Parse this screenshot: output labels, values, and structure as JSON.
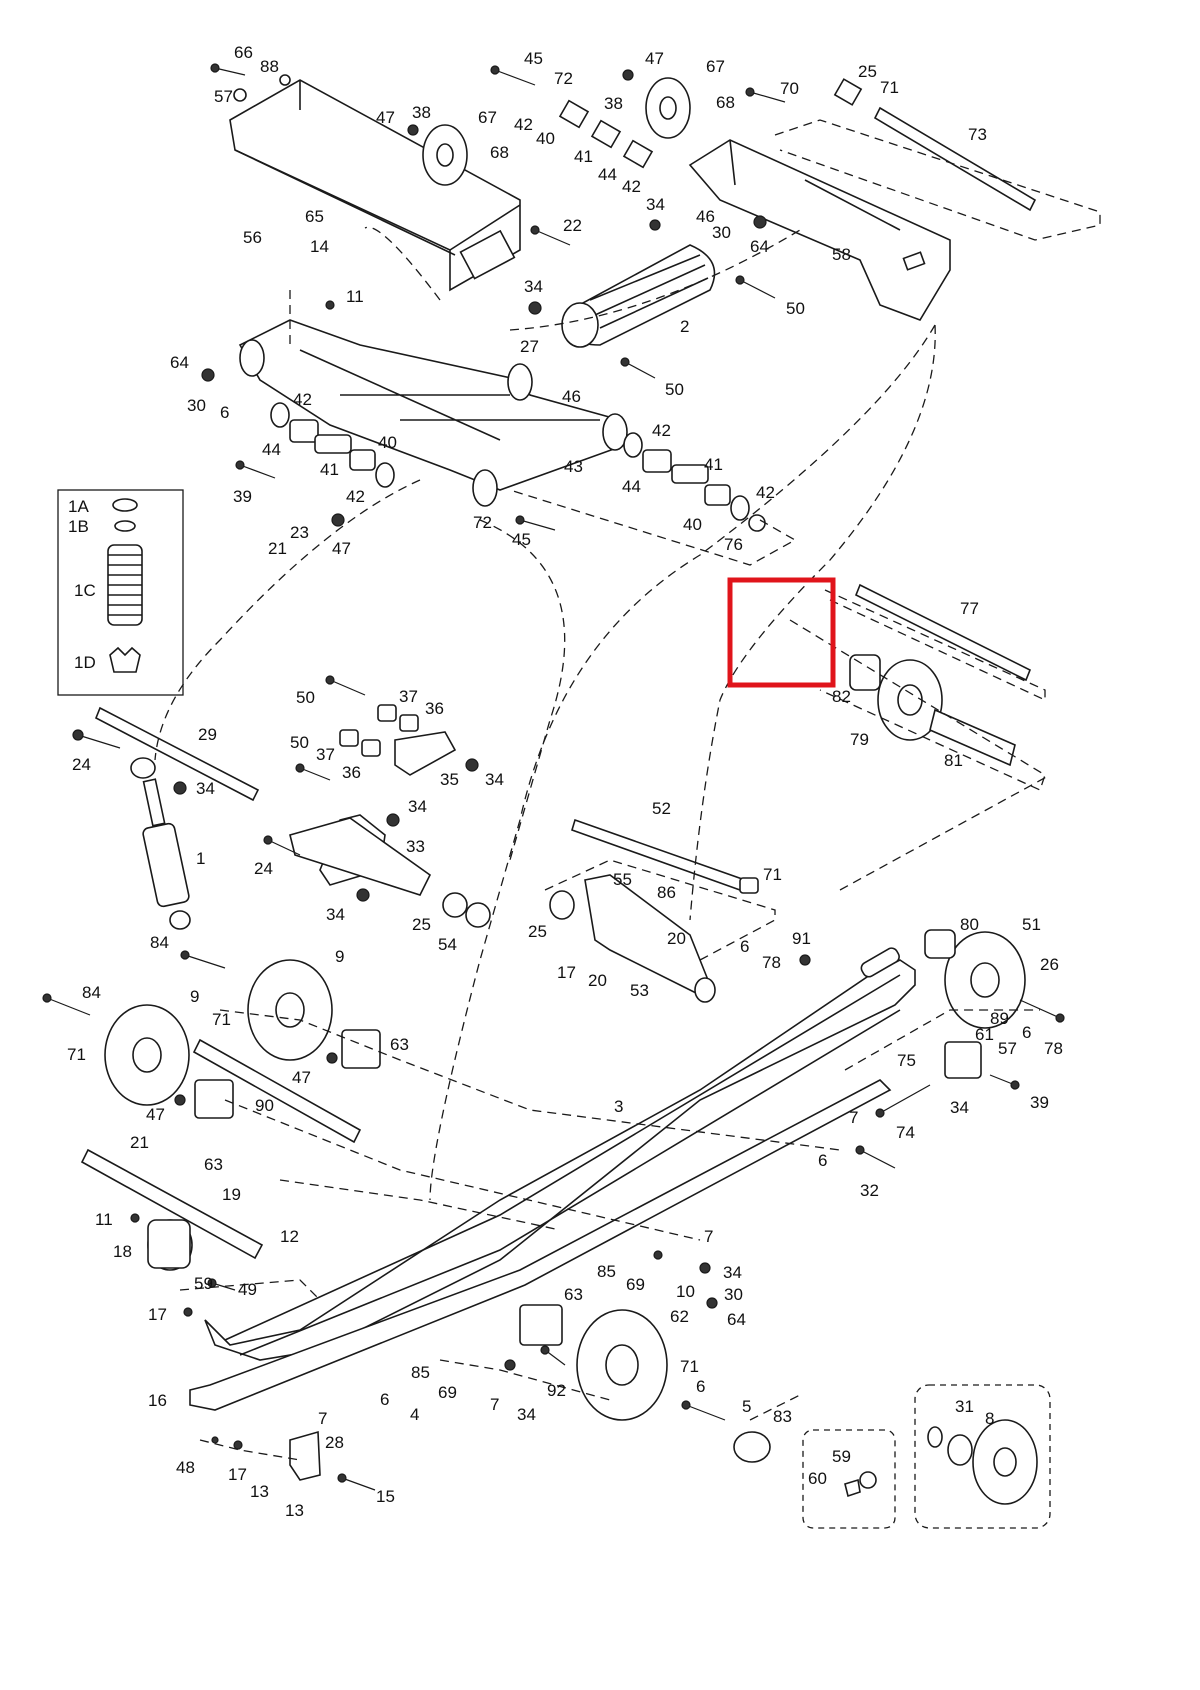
{
  "highlight_color": "#e0141b",
  "labels": {
    "l1": "1",
    "l1A": "1A",
    "l1B": "1B",
    "l1C": "1C",
    "l1D": "1D",
    "l2": "2",
    "l3": "3",
    "l4": "4",
    "l5": "5",
    "l6": "6",
    "l7": "7",
    "l8": "8",
    "l9": "9",
    "l10": "10",
    "l11": "11",
    "l12": "12",
    "l13": "13",
    "l14": "14",
    "l15": "15",
    "l16": "16",
    "l17": "17",
    "l18": "18",
    "l19": "19",
    "l20": "20",
    "l21": "21",
    "l22": "22",
    "l23": "23",
    "l24": "24",
    "l25": "25",
    "l26": "26",
    "l27": "27",
    "l28": "28",
    "l29": "29",
    "l30": "30",
    "l31": "31",
    "l32": "32",
    "l33": "33",
    "l34": "34",
    "l35": "35",
    "l36": "36",
    "l37": "37",
    "l38": "38",
    "l39": "39",
    "l40": "40",
    "l41": "41",
    "l42": "42",
    "l43": "43",
    "l44": "44",
    "l45": "45",
    "l46": "46",
    "l47": "47",
    "l48": "48",
    "l49": "49",
    "l50": "50",
    "l51": "51",
    "l52": "52",
    "l53": "53",
    "l54": "54",
    "l55": "55",
    "l56": "56",
    "l57": "57",
    "l58": "58",
    "l59": "59",
    "l60": "60",
    "l61": "61",
    "l62": "62",
    "l63": "63",
    "l64": "64",
    "l65": "65",
    "l66": "66",
    "l67": "67",
    "l68": "68",
    "l69": "69",
    "l70": "70",
    "l71": "71",
    "l72": "72",
    "l73": "73",
    "l74": "74",
    "l75": "75",
    "l76": "76",
    "l77": "77",
    "l78": "78",
    "l79": "79",
    "l80": "80",
    "l81": "81",
    "l82": "82",
    "l83": "83",
    "l84": "84",
    "l85": "85",
    "l86": "86",
    "l88": "88",
    "l89": "89",
    "l90": "90",
    "l91": "91",
    "l92": "92"
  }
}
